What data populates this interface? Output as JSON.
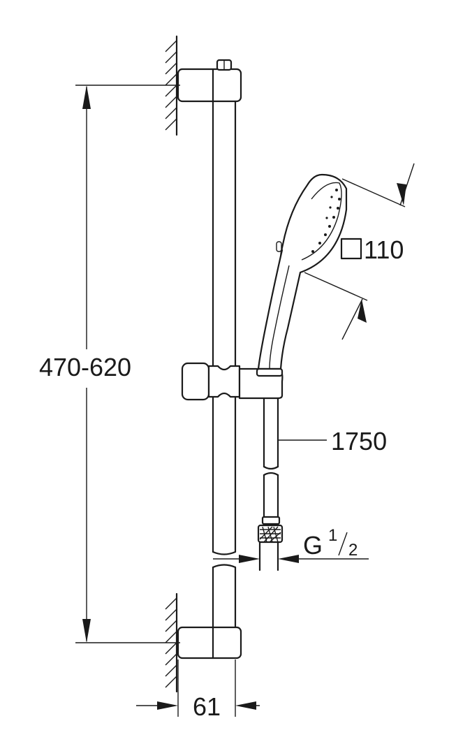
{
  "dimensions": {
    "bracket_spacing": "470-620",
    "handshower_size": "110",
    "hose_length": "1750",
    "connection_thread": {
      "letter": "G",
      "numerator": "1",
      "denominator": "2"
    },
    "wall_offset": "61"
  },
  "symbols": {
    "square_size": "square-symbol-icon"
  },
  "colors": {
    "line": "#1a1a1a",
    "background": "#ffffff"
  }
}
